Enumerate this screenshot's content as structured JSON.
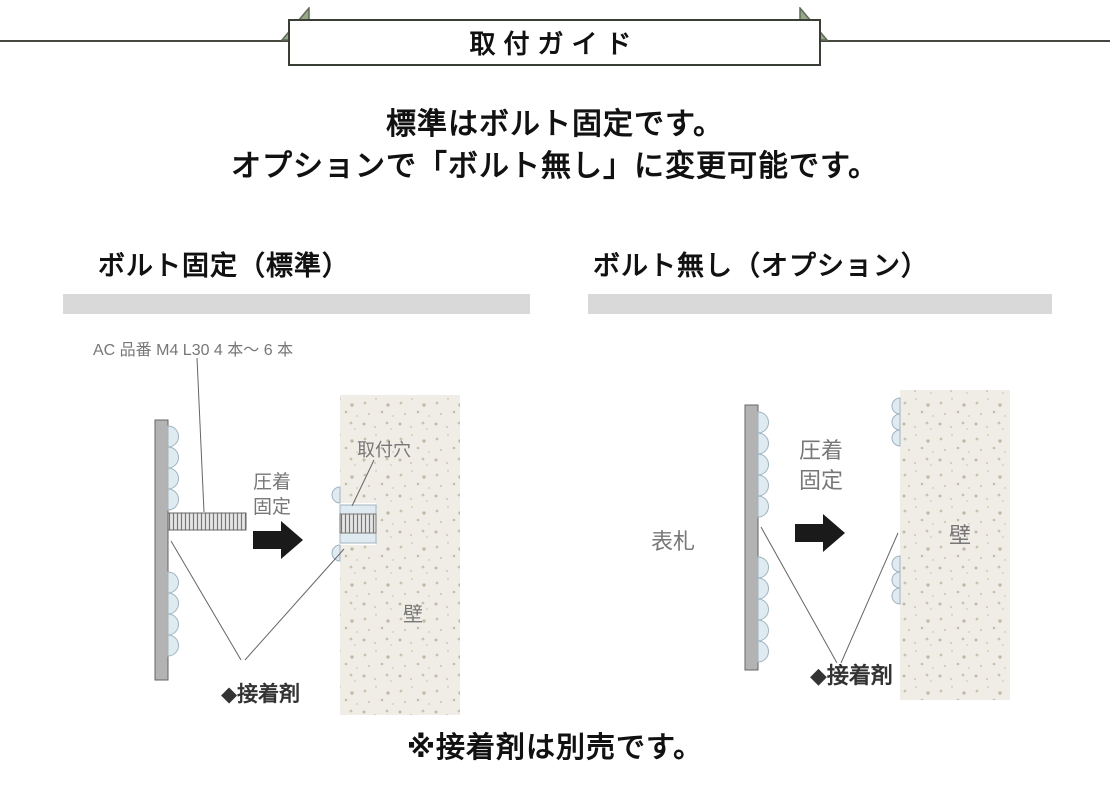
{
  "header": {
    "title": "取付ガイド"
  },
  "intro": {
    "line1": "標準はボルト固定です。",
    "line2": "オプションで「ボルト無し」に変更可能です。"
  },
  "panels": {
    "left": {
      "title": "ボルト固定（標準）",
      "bolt_spec_label": "AC 品番 M4 L30 4 本～ 6 本",
      "press_line1": "圧着",
      "press_line2": "固定",
      "mount_hole_label": "取付穴",
      "wall_label": "壁",
      "adhesive_label": "◆接着剤"
    },
    "right": {
      "title": "ボルト無し（オプション）",
      "nameplate_label": "表札",
      "press_line1": "圧着",
      "press_line2": "固定",
      "wall_label": "壁",
      "adhesive_label": "◆接着剤"
    }
  },
  "footer": {
    "note": "※接着剤は別売です。"
  },
  "colors": {
    "accent_green": "#98a68b",
    "rule_dark": "#45493f",
    "title_bar_gray": "#d9d9d9",
    "wall_base": "#efede5",
    "adhesive_blue": "#e0ebf1",
    "plate_gray": "#b3b3b3",
    "arrow_black": "#1a1a1a"
  }
}
